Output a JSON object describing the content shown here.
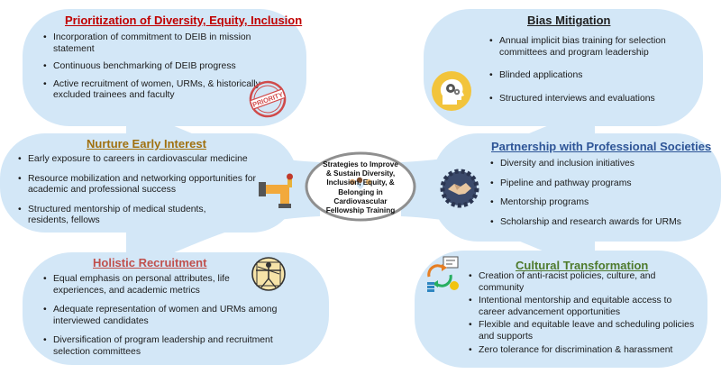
{
  "center": {
    "lines": [
      "Strategies to Improve",
      "& Sustain Diversity,",
      "Inclusion, Equity, &",
      "Belonging in",
      "Cardiovascular",
      "Fellowship Training"
    ]
  },
  "colors": {
    "panel_fill": "#d3e7f7",
    "prioritization_title": "#c00000",
    "bias_title": "#1f1f1f",
    "nurture_title": "#a0700e",
    "partnership_title": "#2e5597",
    "holistic_title": "#c0504d",
    "cultural_title": "#4e7a2c"
  },
  "panels": {
    "prioritization": {
      "title": "Prioritization of Diversity, Equity, Inclusion",
      "items": [
        "Incorporation of commitment to DEIB in mission statement",
        "Continuous benchmarking of DEIB progress",
        "Active recruitment of women, URMs, & historically excluded trainees and faculty"
      ],
      "icon": "priority-stamp-icon",
      "stamp_text": "PRIORITY"
    },
    "bias": {
      "title": "Bias Mitigation",
      "items": [
        "Annual implicit bias training for selection committees and program leadership",
        "Blinded applications",
        "Structured interviews and evaluations"
      ],
      "icon": "head-gears-icon"
    },
    "nurture": {
      "title": "Nurture Early Interest",
      "items": [
        "Early exposure to careers in cardiovascular medicine",
        "Resource mobilization and networking opportunities for academic and professional success",
        "Structured mentorship of medical students, residents, fellows"
      ],
      "icon": "pipeline-icon"
    },
    "partnership": {
      "title": "Partnership with Professional Societies",
      "items": [
        "Diversity and inclusion initiatives",
        "Pipeline and pathway programs",
        "Mentorship programs",
        "Scholarship and research awards for URMs"
      ],
      "icon": "handshake-icon"
    },
    "holistic": {
      "title": "Holistic Recruitment",
      "items": [
        "Equal emphasis on personal attributes, life experiences, and academic metrics",
        "Adequate representation of women and URMs among interviewed candidates",
        "Diversification of program leadership and recruitment selection committees"
      ],
      "icon": "vitruvian-man-icon"
    },
    "cultural": {
      "title": "Cultural Transformation",
      "items": [
        "Creation of anti-racist policies, culture, and community",
        "Intentional mentorship and equitable access to career advancement opportunities",
        "Flexible and equitable leave and scheduling policies and supports",
        "Zero tolerance for discrimination & harassment"
      ],
      "icon": "transformation-cycle-icon"
    }
  }
}
